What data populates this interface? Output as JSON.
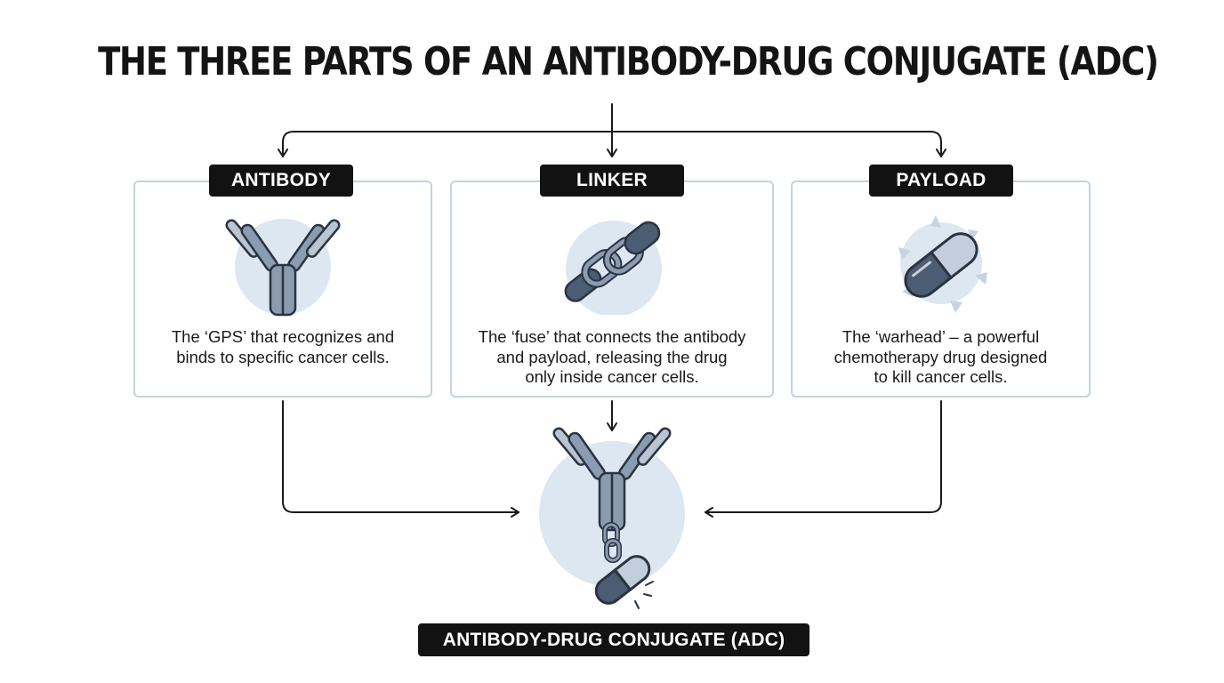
{
  "title": "THE THREE PARTS OF AN ANTIBODY-DRUG CONJUGATE (ADC)",
  "components": [
    {
      "label": "ANTIBODY",
      "description": [
        "The ‘GPS’ that recognizes and",
        "binds to specific cancer cells."
      ],
      "icon": "antibody-icon"
    },
    {
      "label": "LINKER",
      "description": [
        "The ‘fuse’ that connects the antibody",
        "and payload, releasing the drug",
        "only inside cancer cells."
      ],
      "icon": "chain-link-icon"
    },
    {
      "label": "PAYLOAD",
      "description": [
        "The ‘warhead’ – a powerful",
        "chemotherapy drug designed",
        "to kill cancer cells."
      ],
      "icon": "drug-capsule-icon"
    }
  ],
  "result": {
    "label": "ANTIBODY-DRUG CONJUGATE (ADC)",
    "icon": "adc-assembly-icon"
  },
  "colors": {
    "frame_border": "#c4d3df",
    "tag_background": "#121212",
    "icon_fill": "#8b9bb0",
    "icon_dark": "#4b5c73",
    "icon_outline": "#2a3340",
    "halo": "#dce7f2"
  }
}
